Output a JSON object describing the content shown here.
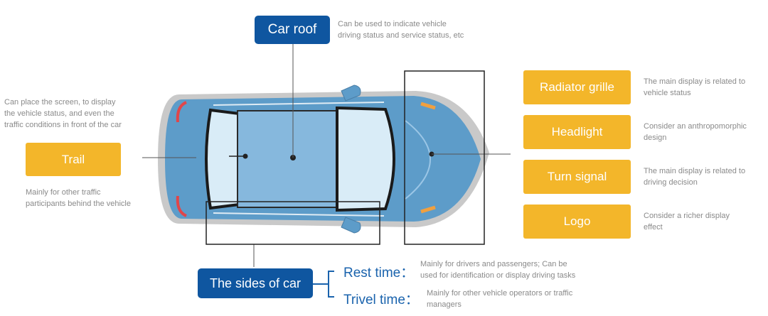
{
  "colors": {
    "yellow": "#f3b62a",
    "blue": "#0f56a0",
    "gray_text": "#8a8a8a",
    "car_body": "#5d9cc9"
  },
  "roof": {
    "label": "Car roof",
    "desc": "Can be used to indicate vehicle\ndriving status and service status, etc"
  },
  "trail": {
    "top_desc": "Can place the screen,  to display\nthe vehicle status, and even the\ntraffic conditions in front of the car",
    "label": "Trail",
    "bottom_desc": "Mainly for other traffic\nparticipants behind the vehicle"
  },
  "front": [
    {
      "label": "Radiator grille",
      "desc": "The main display is related to\nvehicle status"
    },
    {
      "label": "Headlight",
      "desc": "Consider an anthropomorphic\ndesign"
    },
    {
      "label": "Turn signal",
      "desc": "The main display is related to\ndriving decision"
    },
    {
      "label": "Logo",
      "desc": "Consider a richer display\neffect"
    }
  ],
  "sides": {
    "label": "The sides of car",
    "rest_label": "Rest time：",
    "rest_desc": "Mainly for drivers and passengers; Can be\nused for identification or display driving tasks",
    "travel_label": "Trivel time：",
    "travel_desc": "Mainly for other vehicle operators or traffic\nmanagers"
  }
}
